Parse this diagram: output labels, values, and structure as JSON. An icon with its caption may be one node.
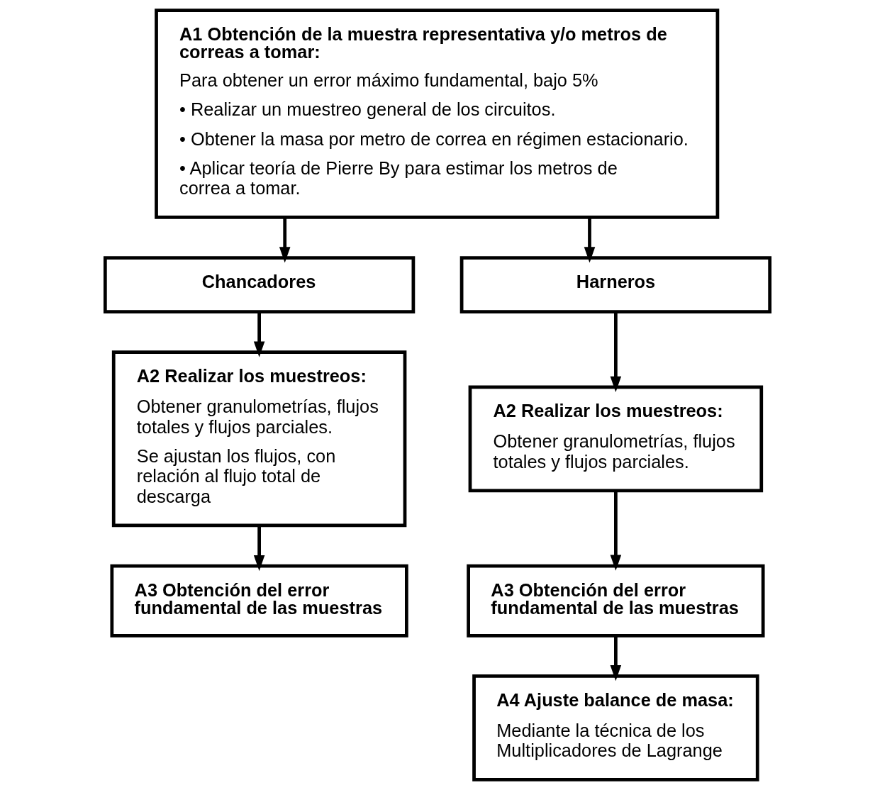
{
  "diagram": {
    "nodes": [
      {
        "text": [
          "A1 Obtención de la muestra representativa y/o metros de correas a tomar:",
          "Para obtener un error máximo fundamental, bajo 5%",
          "• Realizar un muestreo general de los circuitos.",
          "• Obtener la masa por metro de correa en régimen estacionario.",
          "• Aplicar teoría de Pierre By para estimar los metros de correa a tomar."
        ]
      },
      {
        "text": [
          "Chancadores"
        ]
      },
      {
        "text": [
          "Harneros"
        ]
      },
      {
        "text": [
          "A2 Realizar los muestreos:",
          "Obtener granulometrías, flujos totales y flujos parciales.",
          "Se ajustan los flujos, con relación al flujo total de descarga"
        ]
      },
      {
        "text": [
          "A2 Realizar los muestreos:",
          "Obtener granulometrías, flujos totales y flujos parciales."
        ]
      },
      {
        "text": [
          "A3 Obtención del error fundamental de las muestras"
        ]
      },
      {
        "text": [
          "A3 Obtención del error fundamental de las muestras"
        ]
      },
      {
        "text": [
          "A4 Ajuste balance de masa:",
          "Mediante la técnica de los Multiplicadores de Lagrange"
        ]
      }
    ],
    "edges": [
      {
        "from": 0,
        "to": 1,
        "arrow": "to"
      },
      {
        "from": 0,
        "to": 2,
        "arrow": "to"
      },
      {
        "from": 1,
        "to": 3,
        "arrow": "to"
      },
      {
        "from": 2,
        "to": 4,
        "arrow": "to"
      },
      {
        "from": 3,
        "to": 6,
        "arrow": "to"
      },
      {
        "from": 4,
        "to": 5,
        "arrow": "to"
      },
      {
        "from": 5,
        "to": 7,
        "arrow": "to"
      }
    ]
  }
}
